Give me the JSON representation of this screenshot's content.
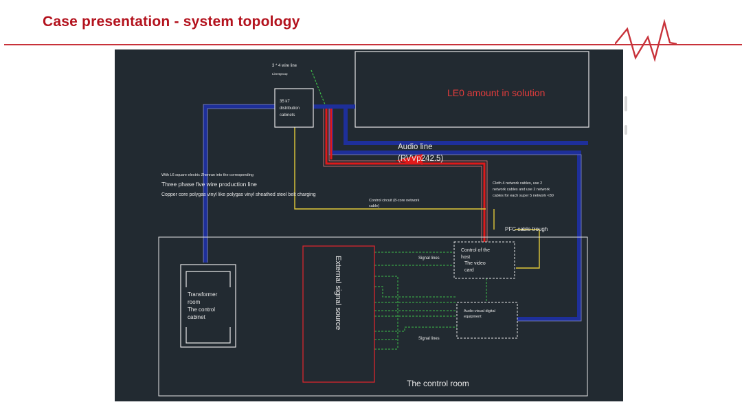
{
  "slide": {
    "title": "Case presentation - system topology"
  },
  "colors": {
    "title_red": "#b3121d",
    "header_line": "#c8323a",
    "diagram_bg": "#222a31",
    "power_blue": "#1e2f9a",
    "audio_red": "#e01a1a",
    "control_yellow": "#e2c93a",
    "signal_green": "#3fbf4a",
    "box_outline": "#e6e6e6"
  },
  "diagram": {
    "wire_line_top": "3 * 4 wire line",
    "wire_line_sub": "Line4group",
    "distribution_cabinet": [
      "35 k7",
      "distribution",
      "cabinets"
    ],
    "led_solution": "LE0 amount in solution",
    "audio_line": "Audio line",
    "audio_line_spec": "(RVVp242.5)",
    "production_line_note": "With L6 square electric Zhenran into the corresponding",
    "production_line": "Three phase five wire production line",
    "copper_core": "Copper core polygas vinyl like polygas vinyl sheathed steel belt charging",
    "control_circuit": [
      "Control circuit (8-core network",
      "cable)"
    ],
    "network_cables": [
      "Cloth 4 network cables, use 2",
      "network cables and use 2 network",
      "cables for each super 5 network <80"
    ],
    "pfc_trough": "PFC cable trough",
    "host_control": [
      "Control of the",
      "host",
      "The video",
      "card"
    ],
    "signal_lines_1": "Signal lines",
    "signal_lines_2": "Signal lines",
    "av_equipment": [
      "Audio-visual digital",
      "equipment"
    ],
    "transformer_room": [
      "Transformer",
      "room",
      "The control",
      "cabinet"
    ],
    "external_source": "External signal source",
    "control_room": "The control room"
  }
}
